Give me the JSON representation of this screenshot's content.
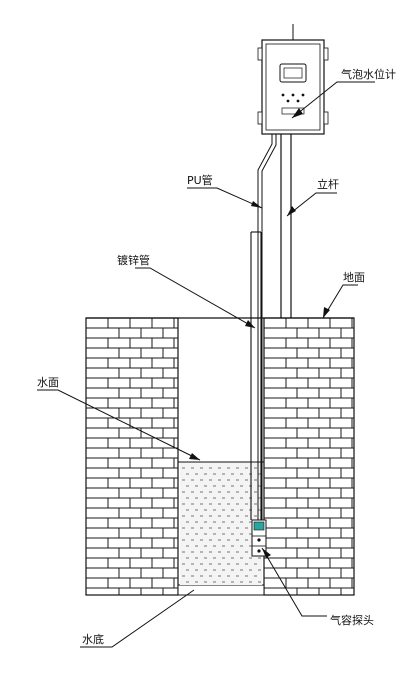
{
  "labels": {
    "meter": "气泡水位计",
    "pu_tube": "PU管",
    "pole": "立杆",
    "galv_pipe": "镀锌管",
    "ground": "地面",
    "water_surface": "水面",
    "water_bottom": "水底",
    "probe": "气容探头"
  },
  "colors": {
    "line": "#111111",
    "brick": "#1a1a1a",
    "water_fill": "#f2f2f2",
    "probe_accent": "#2aa6a0"
  }
}
